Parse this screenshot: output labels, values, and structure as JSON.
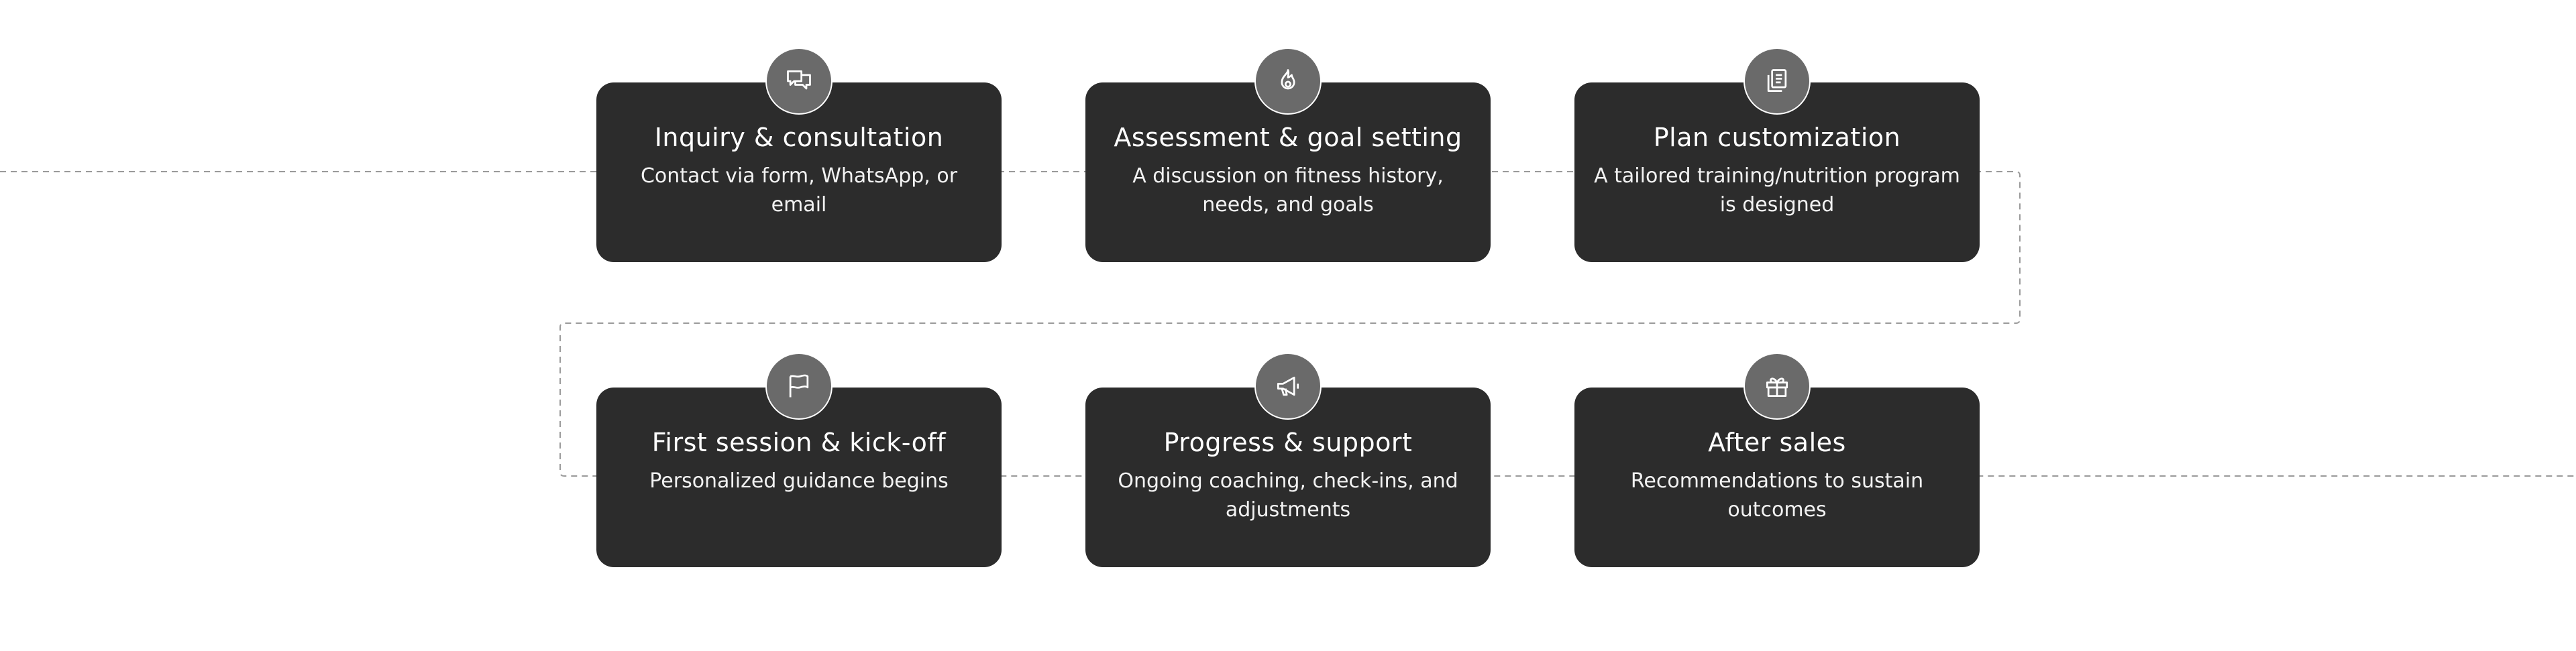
{
  "steps": [
    {
      "icon": "chat-bubbles-icon",
      "title": "Inquiry & consultation",
      "description": "Contact via form, WhatsApp, or email"
    },
    {
      "icon": "flame-icon",
      "title": "Assessment & goal setting",
      "description": "A discussion on fitness history, needs, and goals"
    },
    {
      "icon": "documents-icon",
      "title": "Plan customization",
      "description": "A tailored training/nutrition program is designed"
    },
    {
      "icon": "flag-icon",
      "title": "First session & kick-off",
      "description": "Personalized guidance begins"
    },
    {
      "icon": "megaphone-icon",
      "title": "Progress & support",
      "description": "Ongoing coaching, check-ins, and adjustments"
    },
    {
      "icon": "gift-icon",
      "title": "After sales",
      "description": "Recommendations to sustain outcomes"
    }
  ],
  "colors": {
    "card": "#2c2c2c",
    "badge": "#6a6a6a",
    "connector": "#9a9a9a",
    "text": "#ffffff"
  }
}
